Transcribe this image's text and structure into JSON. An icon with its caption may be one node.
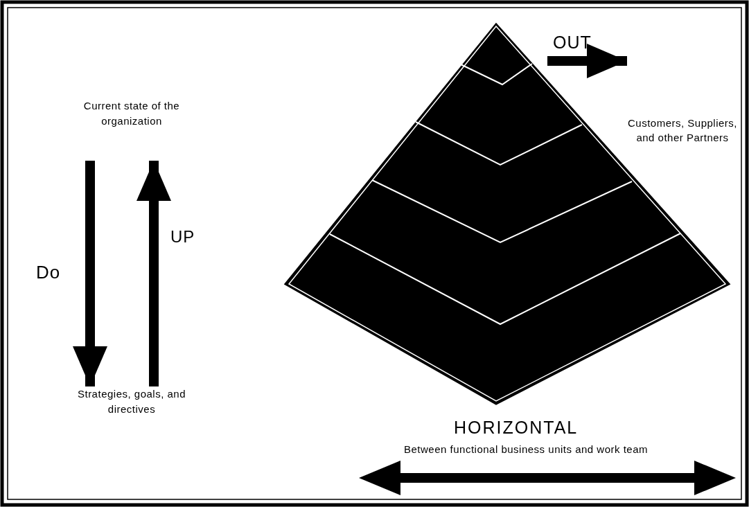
{
  "diagram": {
    "nodes": [
      {
        "text": [
          "Current state of the organization"
        ]
      },
      {
        "text": [
          "Strategies, goals, and directives"
        ]
      },
      {
        "text": [],
        "shape": "picture"
      },
      {
        "text": [
          "Customers, Suppliers, and other Partners"
        ]
      }
    ],
    "edges": [
      {
        "from": 0,
        "to": 1,
        "arrow": "to",
        "label": "Do"
      },
      {
        "from": 1,
        "to": 0,
        "arrow": "to",
        "label": "UP"
      },
      {
        "from": 2,
        "to": 3,
        "arrow": "to",
        "label": "OUT"
      }
    ],
    "labels": [
      "HORIZONTAL",
      "Between functional business units and work team"
    ]
  }
}
